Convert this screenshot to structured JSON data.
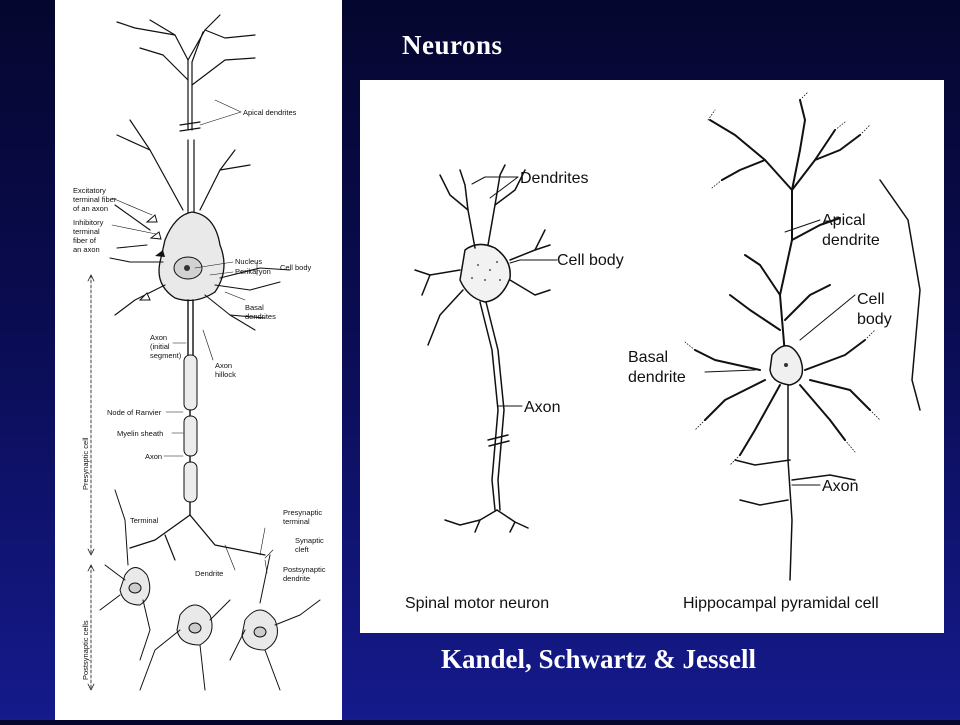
{
  "title": "Neurons",
  "credit": "Kandel, Schwartz & Jessell",
  "left_figure": {
    "labels": {
      "apical_dendrites": "Apical dendrites",
      "excitatory_1": "Excitatory",
      "excitatory_2": "terminal fiber",
      "excitatory_3": "of an axon",
      "inhibitory_1": "Inhibitory",
      "inhibitory_2": "terminal",
      "inhibitory_3": "fiber of",
      "inhibitory_4": "an axon",
      "nucleus": "Nucleus",
      "perikaryon": "Perikaryon",
      "cell_body": "Cell body",
      "basal_1": "Basal",
      "basal_2": "dendrites",
      "axon_is_1": "Axon",
      "axon_is_2": "(initial",
      "axon_is_3": "segment)",
      "axon_hillock_1": "Axon",
      "axon_hillock_2": "hillock",
      "node_of_ranvier": "Node of Ranvier",
      "myelin_sheath": "Myelin sheath",
      "axon": "Axon",
      "terminal": "Terminal",
      "presynaptic_1": "Presynaptic",
      "presynaptic_2": "terminal",
      "synaptic_1": "Synaptic",
      "synaptic_2": "cleft",
      "postsynaptic_1": "Postsynaptic",
      "postsynaptic_2": "dendrite",
      "dendrite": "Dendrite",
      "presynaptic_cell": "Presynaptic cell",
      "postsynaptic_cells": "Postsynaptic cells"
    }
  },
  "right_figure": {
    "labels": {
      "dendrites": "Dendrites",
      "cell_body": "Cell body",
      "axon_motor": "Axon",
      "apical_1": "Apical",
      "apical_2": "dendrite",
      "cell_1": "Cell",
      "cell_2": "body",
      "basal_1": "Basal",
      "basal_2": "dendrite",
      "axon_pyramidal": "Axon",
      "spinal_caption": "Spinal motor neuron",
      "hippocampal_caption": "Hippocampal pyramidal cell"
    }
  }
}
